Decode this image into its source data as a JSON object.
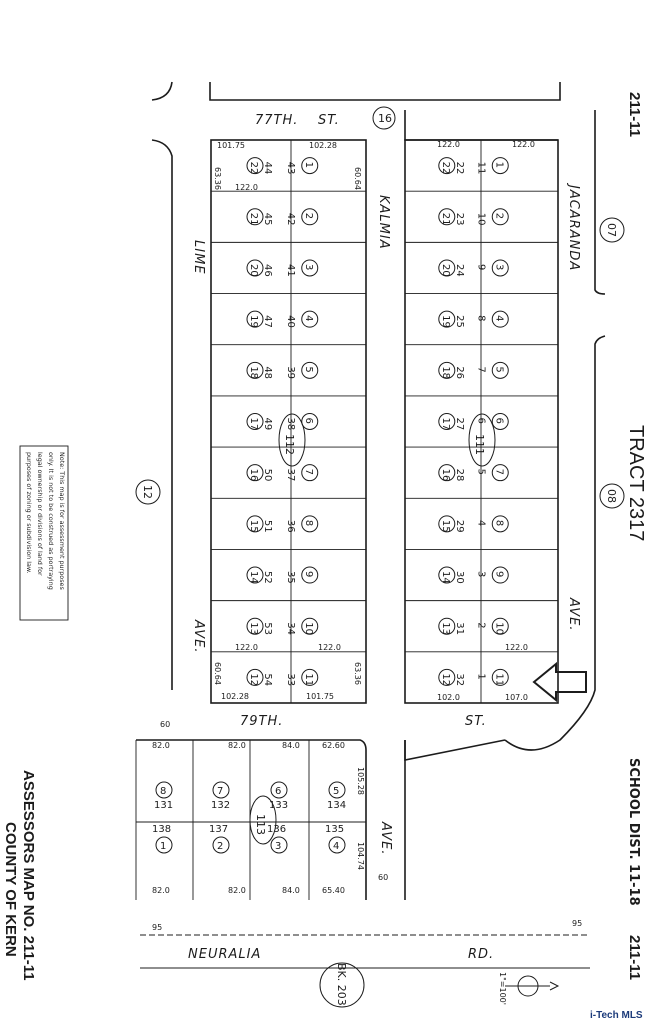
{
  "map": {
    "page_code_top": "211-11",
    "page_code_bottom": "211-11",
    "tract_label": "TRACT 2317",
    "school_district_label": "SCHOOL DIST. 11-18",
    "assessor_title": "ASSESSORS MAP NO. 211-11",
    "county_label": "COUNTY OF KERN",
    "note_lines": [
      "Note: This map is for assessment purposes",
      "only. It is not to be construed as portraying",
      "legal ownership or divisions of land for",
      "purposes of zoning or subdivision law."
    ],
    "book_label": "BK. 203",
    "scale_label": "1\"=100'",
    "watermark": "i-Tech MLS",
    "streets": {
      "st77": "77TH.",
      "st77_suffix": "ST.",
      "st79": "79TH.",
      "st79_suffix": "ST.",
      "lime": "LIME",
      "lime_ave": "AVE.",
      "kalmia": "KALMIA",
      "kalmia_ave": "AVE.",
      "jacaranda": "JACARANDA",
      "jacaranda_ave": "AVE.",
      "ave_lower": "AVE.",
      "neuralia": "NEURALIA",
      "neuralia_rd": "RD."
    },
    "block_numbers": [
      "112",
      "111",
      "113"
    ],
    "page_circles": [
      "16",
      "07",
      "08",
      "12"
    ],
    "lots_left": [
      {
        "lot": "22",
        "a": "44",
        "b": "1",
        "c": "43"
      },
      {
        "lot": "21",
        "a": "45",
        "b": "2",
        "c": "42"
      },
      {
        "lot": "20",
        "a": "46",
        "b": "3",
        "c": "41"
      },
      {
        "lot": "19",
        "a": "47",
        "b": "4",
        "c": "40"
      },
      {
        "lot": "18",
        "a": "48",
        "b": "5",
        "c": "39"
      },
      {
        "lot": "17",
        "a": "49",
        "b": "6",
        "c": "38"
      },
      {
        "lot": "16",
        "a": "50",
        "b": "7",
        "c": "37"
      },
      {
        "lot": "15",
        "a": "51",
        "b": "8",
        "c": "36"
      },
      {
        "lot": "14",
        "a": "52",
        "b": "9",
        "c": "35"
      },
      {
        "lot": "13",
        "a": "53",
        "b": "10",
        "c": "34"
      },
      {
        "lot": "12",
        "a": "54",
        "b": "11",
        "c": "33"
      }
    ],
    "lots_right": [
      {
        "lot": "22",
        "a": "22",
        "b": "1",
        "c": "11"
      },
      {
        "lot": "21",
        "a": "23",
        "b": "2",
        "c": "10"
      },
      {
        "lot": "20",
        "a": "24",
        "b": "3",
        "c": "9"
      },
      {
        "lot": "19",
        "a": "25",
        "b": "4",
        "c": "8"
      },
      {
        "lot": "18",
        "a": "26",
        "b": "5",
        "c": "7"
      },
      {
        "lot": "17",
        "a": "27",
        "b": "6",
        "c": "6"
      },
      {
        "lot": "16",
        "a": "28",
        "b": "7",
        "c": "5"
      },
      {
        "lot": "15",
        "a": "29",
        "b": "8",
        "c": "4"
      },
      {
        "lot": "14",
        "a": "30",
        "b": "9",
        "c": "3"
      },
      {
        "lot": "13",
        "a": "31",
        "b": "10",
        "c": "2"
      },
      {
        "lot": "12",
        "a": "32",
        "b": "11",
        "c": "1"
      }
    ],
    "lots_bottom_top": [
      {
        "lot": "8",
        "a": "131"
      },
      {
        "lot": "7",
        "a": "132"
      },
      {
        "lot": "6",
        "a": "133"
      },
      {
        "lot": "5",
        "a": "134"
      }
    ],
    "lots_bottom_bot": [
      {
        "lot": "1",
        "a": "138"
      },
      {
        "lot": "2",
        "a": "137"
      },
      {
        "lot": "3",
        "a": "136"
      },
      {
        "lot": "4",
        "a": "135"
      }
    ],
    "dims": {
      "d60": "60",
      "d122": "122.0",
      "d82": "82.0",
      "d84": "84.0",
      "d63": "63.36",
      "d6064": "60.64",
      "d101": "101.75",
      "d102": "102.28",
      "d107": "107.0",
      "d102b": "102.0",
      "d6260": "62.60",
      "d105": "105.28",
      "d104": "104.74",
      "d6540": "65.40",
      "d840": "84.0",
      "d95": "95"
    }
  }
}
